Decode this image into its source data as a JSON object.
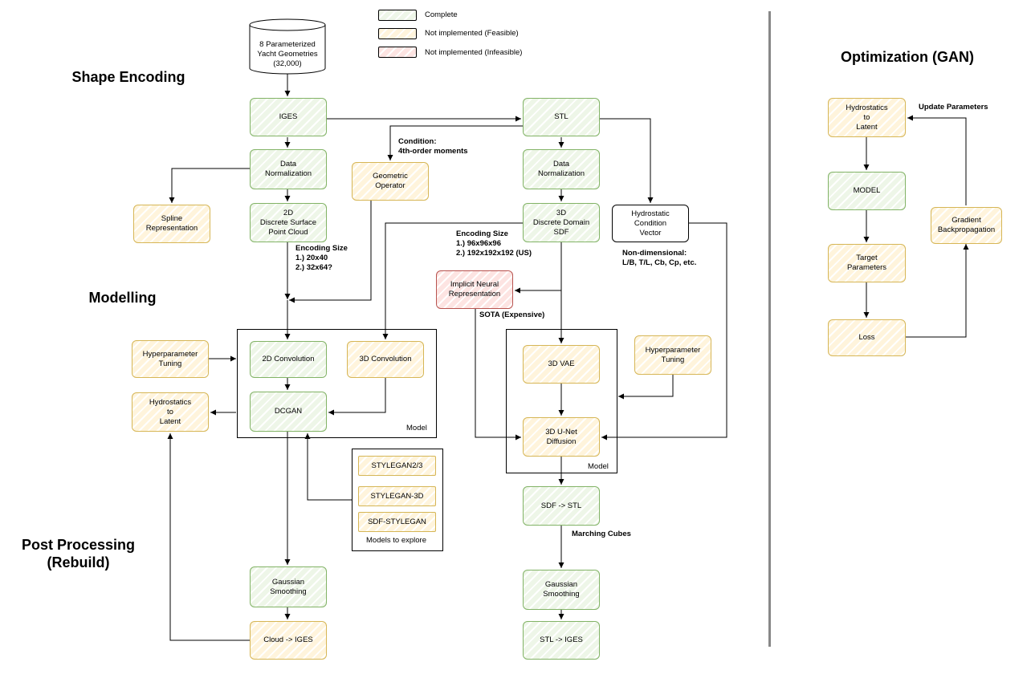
{
  "legend": {
    "complete": "Complete",
    "feasible": "Not implemented (Feasible)",
    "infeasible": "Not implemented (Infeasible)"
  },
  "colors": {
    "complete_border": "#82b366",
    "feasible_border": "#d6b656",
    "infeasible_border": "#b85450"
  },
  "sections": {
    "shape_encoding": "Shape Encoding",
    "modelling": "Modelling",
    "post_processing": "Post Processing\n(Rebuild)",
    "optimization": "Optimization (GAN)"
  },
  "nodes": {
    "dataset": "8 Parameterized\nYacht Geometries\n(32,000)",
    "iges": "IGES",
    "stl": "STL",
    "data_norm_left": "Data\nNormalization",
    "data_norm_right": "Data\nNormalization",
    "geometric_operator": "Geometric\nOperator",
    "spline": "Spline\nRepresentation",
    "point_cloud": "2D\nDiscrete Surface\nPoint Cloud",
    "sdf": "3D\nDiscrete Domain\nSDF",
    "hydro_condition": "Hydrostatic\nCondition\nVector",
    "inr": "Implicit Neural\nRepresentation",
    "hyper_left": "Hyperparameter\nTuning",
    "conv2d": "2D Convolution",
    "conv3d": "3D Convolution",
    "hydro_latent_left": "Hydrostatics\nto\nLatent",
    "dcgan": "DCGAN",
    "vae3d": "3D VAE",
    "hyper_right": "Hyperparameter\nTuning",
    "unet": "3D U-Net\nDiffusion",
    "stylegan23": "STYLEGAN2/3",
    "stylegan3d": "STYLEGAN-3D",
    "sdf_stylegan": "SDF-STYLEGAN",
    "sdf_to_stl": "SDF -> STL",
    "gauss_left": "Gaussian\nSmoothing",
    "gauss_right": "Gaussian\nSmoothing",
    "cloud_to_iges": "Cloud -> IGES",
    "stl_to_iges": "STL -> IGES",
    "opt_hydro_latent": "Hydrostatics\nto\nLatent",
    "opt_model": "MODEL",
    "opt_target": "Target\nParameters",
    "opt_loss": "Loss",
    "opt_gradient": "Gradient\nBackpropagation"
  },
  "labels": {
    "condition": "Condition:\n4th-order moments",
    "encoding_left": "Encoding Size\n1.) 20x40\n2.) 32x64?",
    "encoding_right": "Encoding Size\n1.) 96x96x96\n2.) 192x192x192 (US)",
    "nondim": "Non-dimensional:\nL/B, T/L, Cb, Cp, etc.",
    "sota": "SOTA (Expensive)",
    "model_left": "Model",
    "model_right": "Model",
    "models_explore": "Models to explore",
    "marching_cubes": "Marching Cubes",
    "update_params": "Update Parameters"
  }
}
